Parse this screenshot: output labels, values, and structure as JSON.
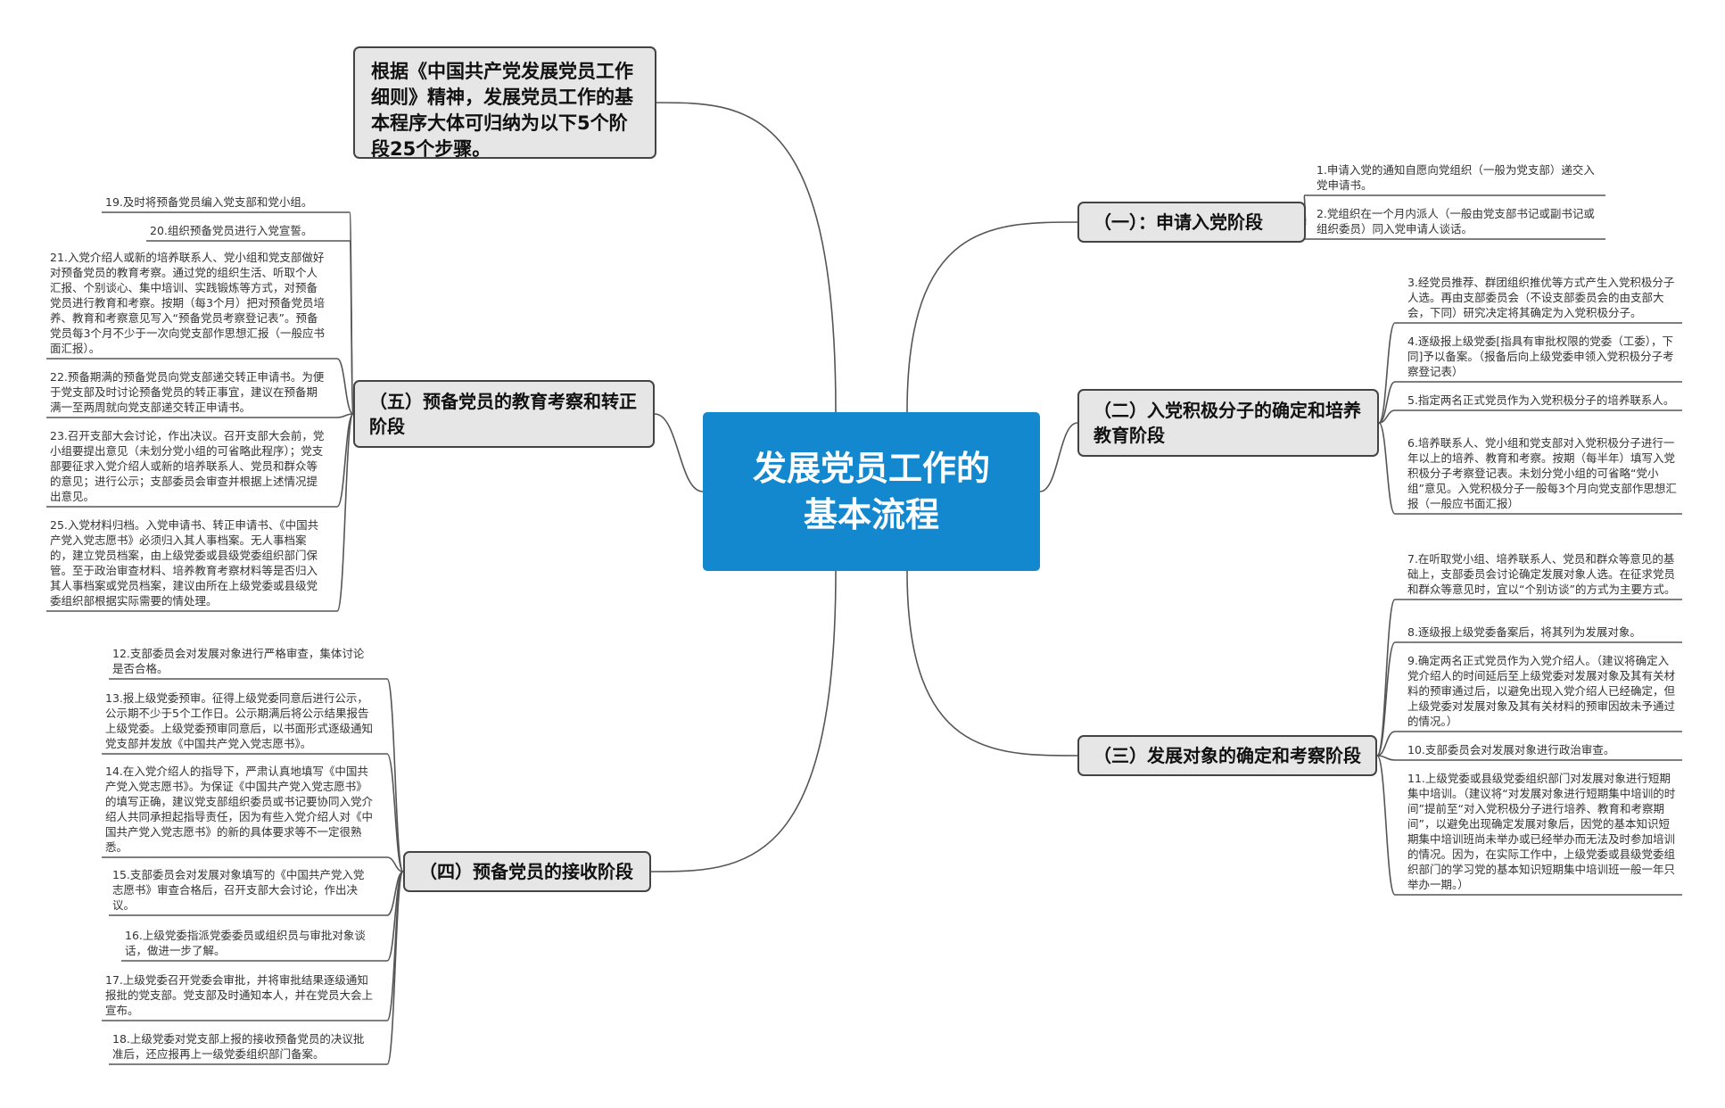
{
  "title": "发展党员工作的基本流程",
  "intro": "根据《中国共产党发展党员工作细则》精神，发展党员工作的基本程序大体可归纳为以下5个阶段25个步骤。",
  "stages": [
    {
      "label": "（一）：申请入党阶段",
      "steps": [
        "1.申请入党的通知自愿向党组织（一般为党支部）递交入党申请书。",
        "2.党组织在一个月内派人（一般由党支部书记或副书记或组织委员）同入党申请人谈话。"
      ]
    },
    {
      "label": "（二）入党积极分子的确定和培养教育阶段",
      "steps": [
        "3.经党员推荐、群团组织推优等方式产生入党积极分子人选。再由支部委员会（不设支部委员会的由支部大会，下同）研究决定将其确定为入党积极分子。",
        "4.逐级报上级党委[指具有审批权限的党委（工委），下同]予以备案。（报备后向上级党委申领入党积极分子考察登记表）",
        "5.指定两名正式党员作为入党积极分子的培养联系人。",
        "6.培养联系人、党小组和党支部对入党积极分子进行一年以上的培养、教育和考察。按期（每半年）填写入党积极分子考察登记表。未划分党小组的可省略“党小组”意见。入党积极分子一般每3个月向党支部作思想汇报（一般应书面汇报）"
      ]
    },
    {
      "label": "（三）发展对象的确定和考察阶段",
      "steps": [
        "7.在听取党小组、培养联系人、党员和群众等意见的基础上，支部委员会讨论确定发展对象人选。在征求党员和群众等意见时，宜以“个别访谈”的方式为主要方式。",
        "8.逐级报上级党委备案后，将其列为发展对象。",
        "9.确定两名正式党员作为入党介绍人。（建议将确定入党介绍人的时间延后至上级党委对发展对象及其有关材料的预审通过后，以避免出现入党介绍人已经确定，但上级党委对发展对象及其有关材料的预审因故未予通过的情况。）",
        "10.支部委员会对发展对象进行政治审查。",
        "11.上级党委或县级党委组织部门对发展对象进行短期集中培训。（建议将“对发展对象进行短期集中培训的时间”提前至“对入党积极分子进行培养、教育和考察期间”，以避免出现确定发展对象后，因党的基本知识短期集中培训班尚未举办或已经举办而无法及时参加培训的情况。因为，在实际工作中，上级党委或县级党委组织部门的学习党的基本知识短期集中培训班一般一年只举办一期。）"
      ]
    },
    {
      "label": "（四）预备党员的接收阶段",
      "steps": [
        "12.支部委员会对发展对象进行严格审查，集体讨论是否合格。",
        "13.报上级党委预审。征得上级党委同意后进行公示，公示期不少于5个工作日。公示期满后将公示结果报告上级党委。上级党委预审同意后，以书面形式逐级通知党支部并发放《中国共产党入党志愿书》。",
        "14.在入党介绍人的指导下，严肃认真地填写《中国共产党入党志愿书》。为保证《中国共产党入党志愿书》的填写正确，建议党支部组织委员或书记要协同入党介绍人共同承担起指导责任，因为有些入党介绍人对《中国共产党入党志愿书》的新的具体要求等不一定很熟悉。",
        "15.支部委员会对发展对象填写的《中国共产党入党志愿书》审查合格后，召开支部大会讨论，作出决议。",
        "16.上级党委指派党委委员或组织员与审批对象谈话，做进一步了解。",
        "17.上级党委召开党委会审批，并将审批结果逐级通知报批的党支部。党支部及时通知本人，并在党员大会上宣布。",
        "18.上级党委对党支部上报的接收预备党员的决议批准后，还应报再上一级党委组织部门备案。"
      ]
    },
    {
      "label": "（五）预备党员的教育考察和转正阶段",
      "steps": [
        "19.及时将预备党员编入党支部和党小组。",
        "20.组织预备党员进行入党宣誓。",
        "21.入党介绍人或新的培养联系人、党小组和党支部做好对预备党员的教育考察。通过党的组织生活、听取个人汇报、个别谈心、集中培训、实践锻炼等方式，对预备党员进行教育和考察。按期（每3个月）把对预备党员培养、教育和考察意见写入“预备党员考察登记表”。预备党员每3个月不少于一次向党支部作思想汇报（一般应书面汇报）。",
        "22.预备期满的预备党员向党支部递交转正申请书。为便于党支部及时讨论预备党员的转正事宜，建议在预备期满一至两周就向党支部递交转正申请书。",
        "23.召开支部大会讨论，作出决议。召开支部大会前，党小组要提出意见（未划分党小组的可省略此程序）；党支部要征求入党介绍人或新的培养联系人、党员和群众等的意见；进行公示；支部委员会审查并根据上述情况提出意见。",
        "25.入党材料归档。入党申请书、转正申请书、《中国共产党入党志愿书》必须归入其人事档案。无人事档案的，建立党员档案，由上级党委或县级党委组织部门保管。至于政治审查材料、培养教育考察材料等是否归入其人事档案或党员档案，建议由所在上级党委或县级党委组织部根据实际需要的情处理。"
      ]
    }
  ]
}
